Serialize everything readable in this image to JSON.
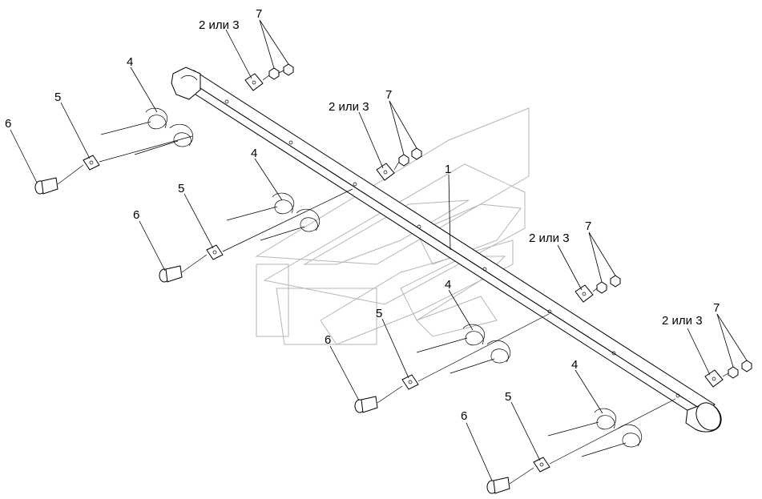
{
  "labels": {
    "shaft": "1",
    "bracket": "2 или 3",
    "spring": "4",
    "plate": "5",
    "bolt": "6",
    "nut": "7"
  }
}
